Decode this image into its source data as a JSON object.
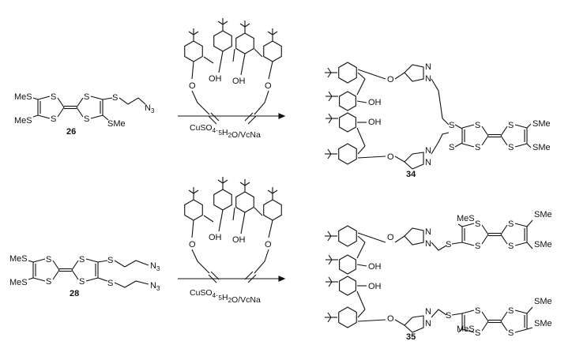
{
  "scheme": {
    "reaction1": {
      "reactant_label": "26",
      "reactant_groups": {
        "mes1": "MeS",
        "mes2": "MeS",
        "s": "S",
        "n3": "N3",
        "sme": "SMe"
      },
      "reagent_calix_oh": [
        "OH",
        "OH"
      ],
      "reagent_calix_o": [
        "O",
        "O"
      ],
      "conditions": "CuSO4·5H2O/VcNa",
      "product_label": "34",
      "product_groups": {
        "oh1": "OH",
        "oh2": "OH",
        "o": "O",
        "n": "N",
        "sme1": "SMe",
        "sme2": "SMe",
        "s": "S"
      }
    },
    "reaction2": {
      "reactant_label": "28",
      "reactant_groups": {
        "mes1": "MeS",
        "mes2": "MeS",
        "s": "S",
        "n3a": "N3",
        "n3b": "N3"
      },
      "reagent_calix_oh": [
        "OH",
        "OH"
      ],
      "reagent_calix_o": [
        "O",
        "O"
      ],
      "conditions": "CuSO4·5H2O/VcNa",
      "product_label": "35",
      "product_groups": {
        "oh1": "OH",
        "oh2": "OH",
        "o": "O",
        "n": "N",
        "mes": "MeS",
        "sme": "SMe",
        "s": "S"
      }
    }
  }
}
